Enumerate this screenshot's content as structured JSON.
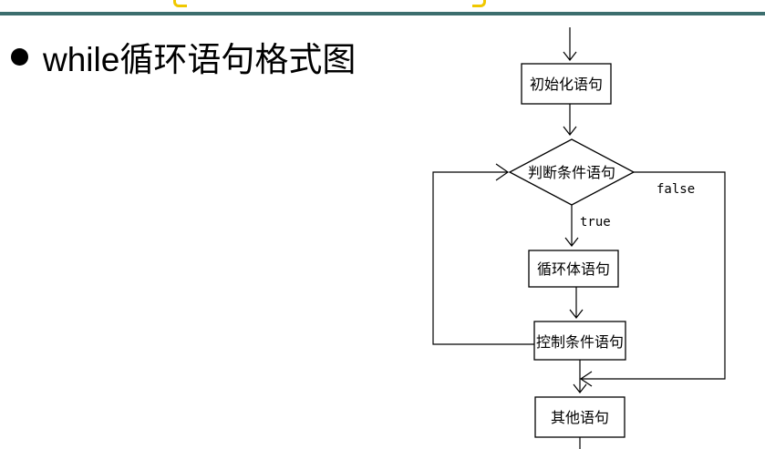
{
  "slide": {
    "bullet_text": "while循环语句格式图"
  },
  "flowchart": {
    "nodes": {
      "init": "初始化语句",
      "condition": "判断条件语句",
      "body": "循环体语句",
      "control": "控制条件语句",
      "other": "其他语句"
    },
    "edge_labels": {
      "true": "true",
      "false": "false"
    }
  },
  "colors": {
    "rule": "#3c6e6e",
    "accent": "#f0c800"
  }
}
